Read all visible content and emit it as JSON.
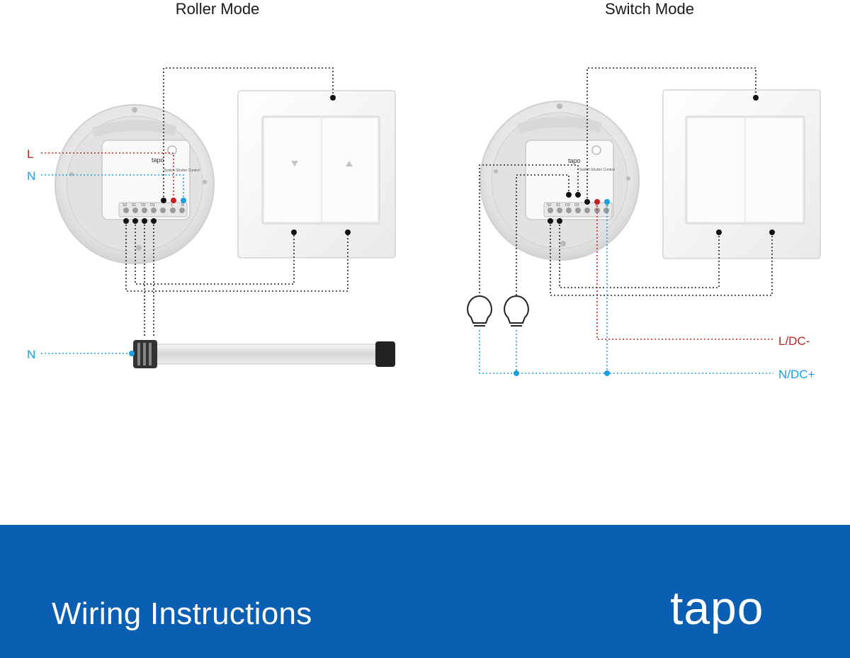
{
  "diagram": {
    "roller_mode": {
      "title": "Roller Mode",
      "labels": {
        "live": "L",
        "neutral": "N",
        "motor_neutral": "N"
      }
    },
    "switch_mode": {
      "title": "Switch Mode",
      "labels": {
        "live_dc": "L/DC-",
        "neutral_dc": "N/DC+"
      }
    },
    "module": {
      "brand": "tapo",
      "caption": "Switch Shutter Control",
      "terminals": [
        "S2",
        "S1",
        "O2",
        "O1",
        "L",
        "N"
      ]
    },
    "colors": {
      "live": "#c8201e",
      "neutral": "#1a9fe0",
      "control": "#222222",
      "footer": "#0b5fb2"
    }
  },
  "footer": {
    "title": "Wiring Instructions",
    "logo": "tapo"
  }
}
